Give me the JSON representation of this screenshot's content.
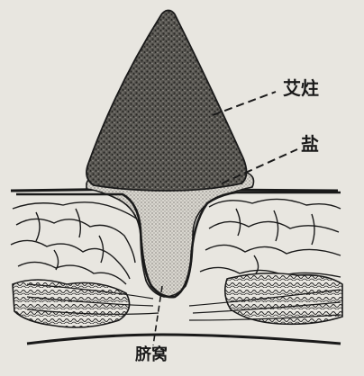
{
  "labels": {
    "moxibustion_cone": "艾炷",
    "salt": "盐",
    "navel": "脐窝"
  },
  "colors": {
    "paper": "#e8e6e0",
    "ink": "#1a1a1a",
    "salt_fill": "#d9d6cf"
  }
}
